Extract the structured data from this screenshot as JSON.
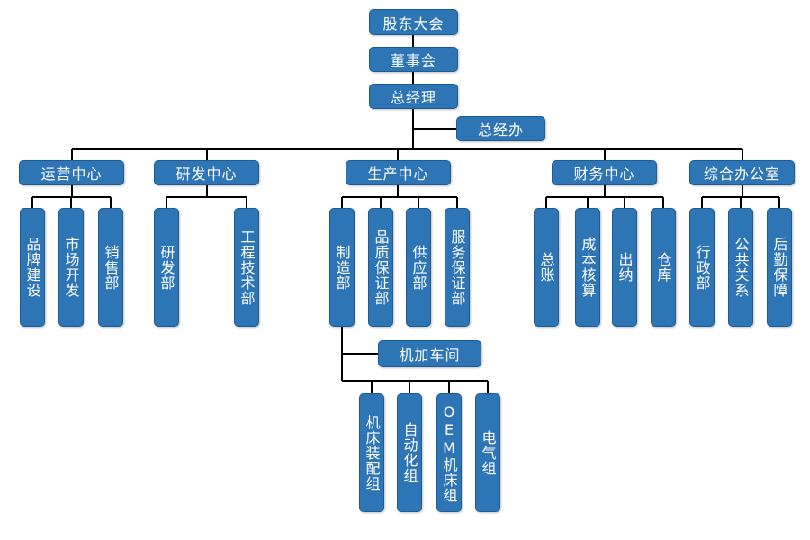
{
  "colors": {
    "box_fill": "#2e75b6",
    "box_border": "#1f5b93",
    "text": "#ffffff",
    "connector": "#000000"
  },
  "top": {
    "shareholders": "股东大会",
    "board": "董事会",
    "gm": "总经理",
    "gm_office": "总经办"
  },
  "centers": {
    "operations": {
      "label": "运营中心",
      "depts": [
        "品牌建设",
        "市场开发",
        "销售部"
      ]
    },
    "rnd": {
      "label": "研发中心",
      "depts": [
        "研发部",
        "工程技术部"
      ]
    },
    "production": {
      "label": "生产中心",
      "depts": [
        "制造部",
        "品质保证部",
        "供应部",
        "服务保证部"
      ],
      "workshop": "机加车间",
      "groups": [
        "机床装配组",
        "自动化组",
        "OEM机床组",
        "电气组"
      ]
    },
    "finance": {
      "label": "财务中心",
      "depts": [
        "总账",
        "成本核算",
        "出纳",
        "仓库"
      ]
    },
    "admin": {
      "label": "综合办公室",
      "depts": [
        "行政部",
        "公共关系",
        "后勤保障"
      ]
    }
  }
}
